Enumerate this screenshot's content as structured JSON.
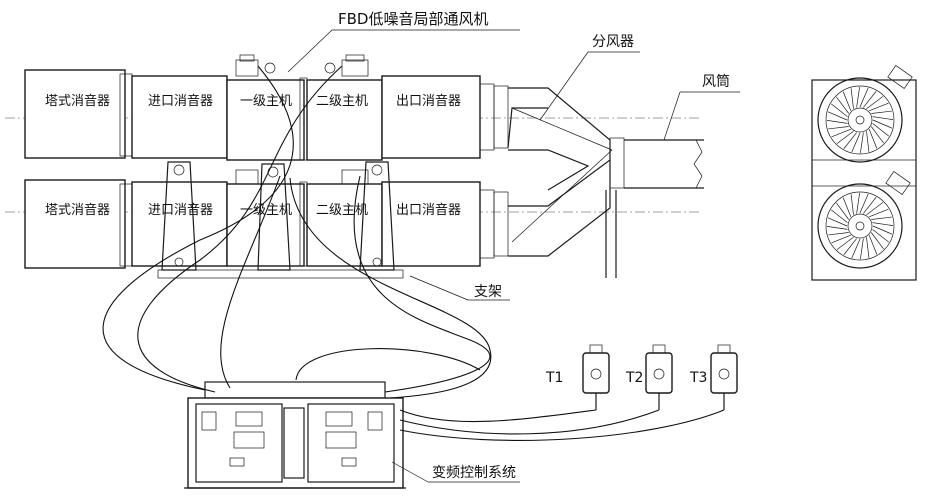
{
  "labels": {
    "tower_silencer": "塔式消音器",
    "inlet_silencer": "进口消音器",
    "stage1_unit": "一级主机",
    "stage2_unit": "二级主机",
    "outlet_silencer": "出口消音器"
  },
  "callouts": {
    "title": "FBD低噪音局部通风机",
    "splitter": "分风器",
    "duct": "风筒",
    "bracket": "支架",
    "vfd_control": "变频控制系统"
  },
  "sensors": [
    "T1",
    "T2",
    "T3"
  ]
}
